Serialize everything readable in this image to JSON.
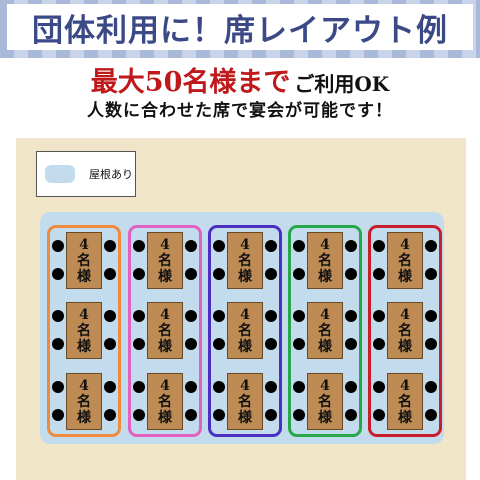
{
  "title": "団体利用に！席レイアウト例",
  "headline": {
    "emphasis": "最大50名様まで",
    "rest": "ご利用OK"
  },
  "subline": "人数に合わせた席で宴会が可能です！",
  "legend": {
    "label": "屋根あり",
    "swatch_color": "#c3dced"
  },
  "colors": {
    "title": "#3b4a86",
    "emphasis": "#c0191c",
    "floor": "#f1e5c9",
    "roof": "#c3dced",
    "table": "#bd8b53",
    "seat": "#000000"
  },
  "groups": [
    {
      "name": "group-orange",
      "border_color": "#f08a3c",
      "tables": [
        {
          "lines": [
            "4",
            "名",
            "様"
          ]
        },
        {
          "lines": [
            "4",
            "名",
            "様"
          ]
        },
        {
          "lines": [
            "4",
            "名",
            "様"
          ]
        }
      ]
    },
    {
      "name": "group-pink",
      "border_color": "#e160c0",
      "tables": [
        {
          "lines": [
            "4",
            "名",
            "様"
          ]
        },
        {
          "lines": [
            "4",
            "名",
            "様"
          ]
        },
        {
          "lines": [
            "4",
            "名",
            "様"
          ]
        }
      ]
    },
    {
      "name": "group-purple",
      "border_color": "#4b2fc0",
      "tables": [
        {
          "lines": [
            "4",
            "名",
            "様"
          ]
        },
        {
          "lines": [
            "4",
            "名",
            "様"
          ]
        },
        {
          "lines": [
            "4",
            "名",
            "様"
          ]
        }
      ]
    },
    {
      "name": "group-green",
      "border_color": "#27a74a",
      "tables": [
        {
          "lines": [
            "4",
            "名",
            "様"
          ]
        },
        {
          "lines": [
            "4",
            "名",
            "様"
          ]
        },
        {
          "lines": [
            "4",
            "名",
            "様"
          ]
        }
      ]
    },
    {
      "name": "group-red",
      "border_color": "#c81e2a",
      "tables": [
        {
          "lines": [
            "4",
            "名",
            "様"
          ]
        },
        {
          "lines": [
            "4",
            "名",
            "様"
          ]
        },
        {
          "lines": [
            "4",
            "名",
            "様"
          ]
        }
      ]
    }
  ]
}
